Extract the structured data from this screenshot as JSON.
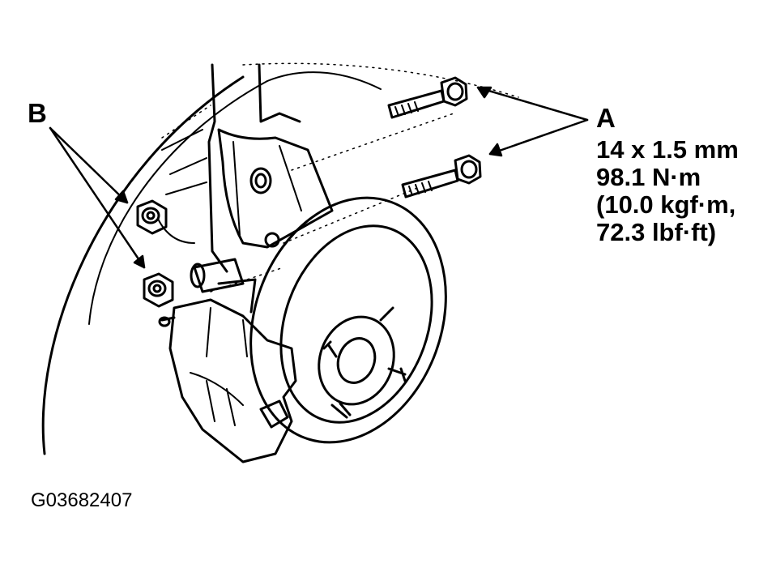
{
  "callouts": {
    "a": {
      "letter": "A",
      "spec_lines": [
        "14 x 1.5 mm",
        "98.1 N·m",
        "(10.0 kgf·m,",
        "72.3 lbf·ft)"
      ]
    },
    "b": {
      "letter": "B"
    }
  },
  "figure_code": "G03682407",
  "colors": {
    "ink": "#000000",
    "paper": "#ffffff"
  }
}
